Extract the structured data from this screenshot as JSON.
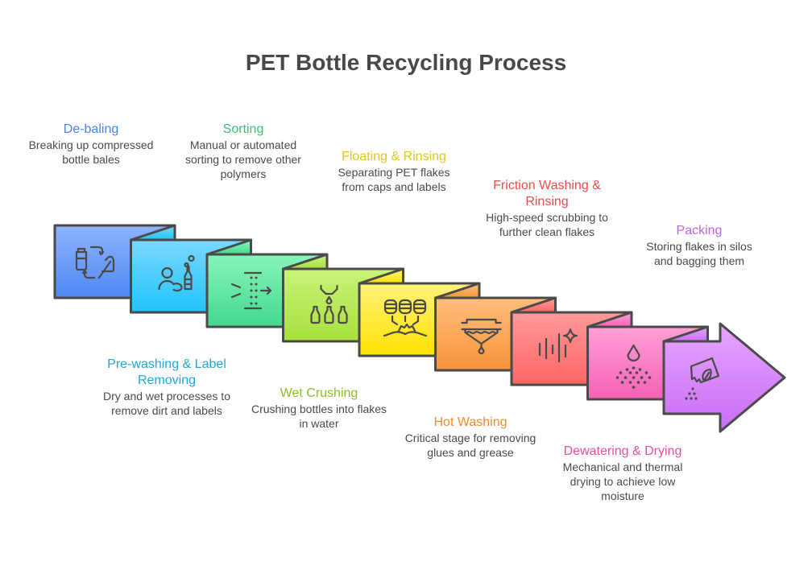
{
  "title": "PET Bottle Recycling Process",
  "steps": [
    {
      "title": "De-baling",
      "description": "Breaking up compressed bottle bales",
      "color": "#4a86e8",
      "top": "#8fb4ff",
      "bottom": "#4f87f2",
      "icon": "recycle-bottle-icon",
      "position": "above"
    },
    {
      "title": "Pre-washing & Label Removing",
      "description": "Dry and wet processes to remove dirt and labels",
      "color": "#1fa8d8",
      "top": "#7ad8ff",
      "bottom": "#22c3fb",
      "icon": "person-washing-bottle-icon",
      "position": "below"
    },
    {
      "title": "Sorting",
      "description": "Manual or automated sorting to remove other polymers",
      "color": "#3cbf78",
      "top": "#86f5b9",
      "bottom": "#43d98e",
      "icon": "sorting-filter-icon",
      "position": "above"
    },
    {
      "title": "Wet Crushing",
      "description": "Crushing bottles into flakes in water",
      "color": "#8cbf2c",
      "top": "#c9f37a",
      "bottom": "#a7e03d",
      "icon": "crusher-bottles-icon",
      "position": "below"
    },
    {
      "title": "Floating & Rinsing",
      "description": "Separating PET flakes from caps and labels",
      "color": "#e0c81a",
      "top": "#fff27a",
      "bottom": "#ffe100",
      "icon": "floating-separation-icon",
      "position": "above"
    },
    {
      "title": "Hot Washing",
      "description": "Critical stage for removing glues and grease",
      "color": "#ee8a2c",
      "top": "#ffbd7d",
      "bottom": "#f7943a",
      "icon": "hot-wash-tank-icon",
      "position": "below"
    },
    {
      "title": "Friction Washing & Rinsing",
      "description": "High-speed scrubbing to further clean flakes",
      "color": "#ea4c4c",
      "top": "#ff9a9a",
      "bottom": "#ff6464",
      "icon": "friction-sparkle-icon",
      "position": "above"
    },
    {
      "title": "Dewatering & Drying",
      "description": "Mechanical and thermal drying to achieve low moisture",
      "color": "#e3509f",
      "top": "#ff9fd6",
      "bottom": "#f562b5",
      "icon": "water-drop-dry-icon",
      "position": "below"
    },
    {
      "title": "Packing",
      "description": "Storing flakes in silos and bagging them",
      "color": "#c062e6",
      "top": "#e6a6ff",
      "bottom": "#c86cf5",
      "icon": "bag-packing-icon",
      "position": "above"
    }
  ]
}
